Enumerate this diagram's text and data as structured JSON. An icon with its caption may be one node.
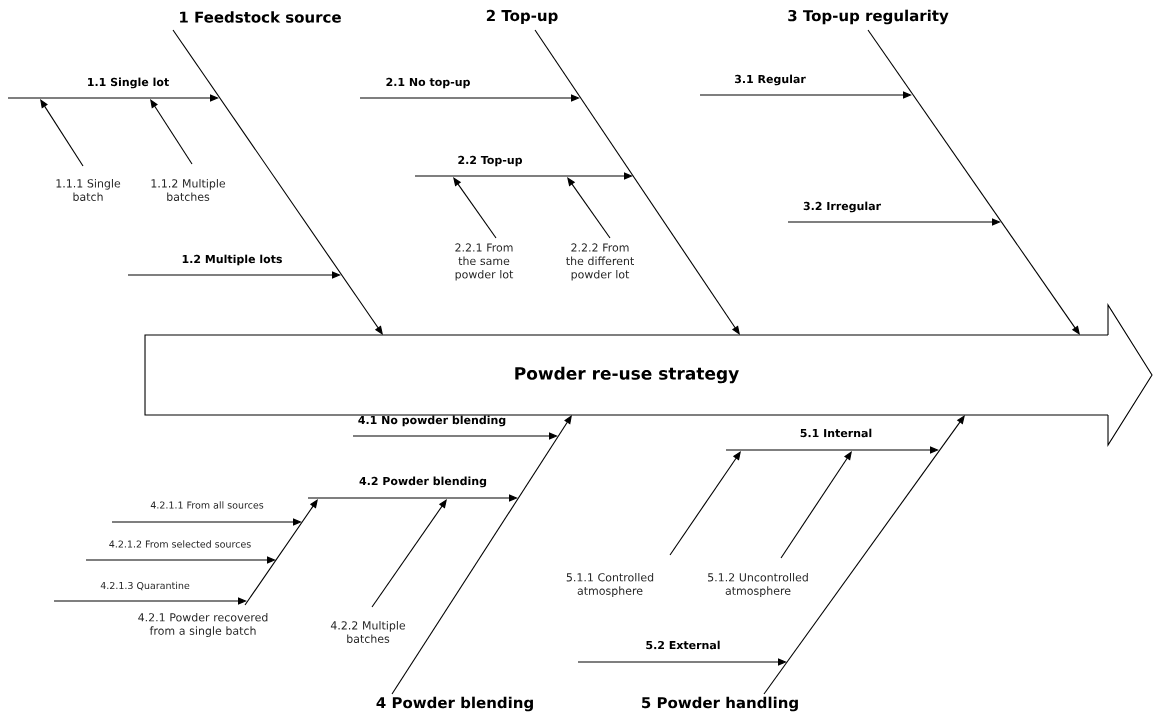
{
  "diagram": {
    "nodes": [
      {
        "text": [
          "Powder re-use strategy"
        ]
      },
      {
        "text": [
          "1 Feedstock source"
        ]
      },
      {
        "text": [
          "2 Top-up"
        ]
      },
      {
        "text": [
          "3 Top-up regularity"
        ]
      },
      {
        "text": [
          "4 Powder blending"
        ]
      },
      {
        "text": [
          "5 Powder handling"
        ]
      }
    ],
    "edges": [
      {
        "from": 1,
        "to": 0,
        "arrow": "to"
      },
      {
        "from": 2,
        "to": 0,
        "arrow": "to"
      },
      {
        "from": 3,
        "to": 0,
        "arrow": "to"
      },
      {
        "from": 4,
        "to": 0,
        "arrow": "to"
      },
      {
        "from": 5,
        "to": 0,
        "arrow": "to"
      }
    ],
    "labels": [
      "1.1 Single lot",
      "1.1.1 Single batch",
      "1.1.2 Multiple batches",
      "1.2 Multiple lots",
      "2.1 No top-up",
      "2.2 Top-up",
      "2.2.1 From the same powder lot",
      "2.2.2 From the different powder lot",
      "3.1 Regular",
      "3.2 Irregular",
      "4.1 No powder blending",
      "4.2 Powder blending",
      "4.2.1.1 From all sources",
      "4.2.1.2 From selected sources",
      "4.2.1.3 Quarantine",
      "4.2.1 Powder recovered from a single batch",
      "4.2.2 Multiple batches",
      "5.1 Internal",
      "5.1.1 Controlled atmosphere",
      "5.1.2 Uncontrolled atmosphere",
      "5.2 External"
    ]
  }
}
